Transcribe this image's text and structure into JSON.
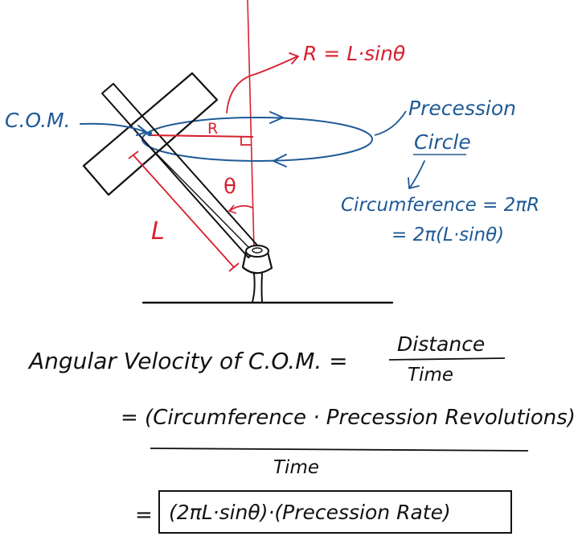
{
  "diagram": {
    "labels": {
      "com": "C.O.M.",
      "r_formula": "R = L·sinθ",
      "r": "R",
      "theta": "θ",
      "l": "L",
      "precession": "Precession",
      "circle": "Circle",
      "circumference_1": "Circumference = 2πR",
      "circumference_2": "= 2π(L·sinθ)"
    },
    "colors": {
      "ink": "#111111",
      "red": "#d8202f",
      "blue": "#1f5a96"
    }
  },
  "equations": {
    "lhs": "Angular Velocity of C.O.M. =",
    "frac_num": "Distance",
    "frac_den": "Time",
    "line2_num": "= (Circumference · Precession Revolutions)",
    "line2_den": "Time",
    "line3_eq": "=",
    "line3_box": "(2πL·sinθ)·(Precession Rate)"
  }
}
